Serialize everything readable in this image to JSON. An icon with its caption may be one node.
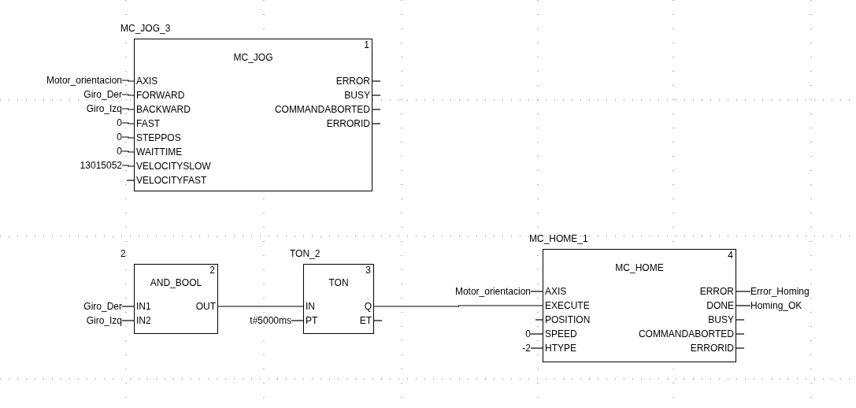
{
  "diagram": {
    "nodes": [
      {
        "text": [
          "MC_JOG_3",
          "1",
          "MC_JOG"
        ]
      },
      {
        "text": [
          "AXIS"
        ],
        "in": 0
      },
      {
        "text": [
          "FORWARD"
        ],
        "in": 0
      },
      {
        "text": [
          "BACKWARD"
        ],
        "in": 0
      },
      {
        "text": [
          "FAST"
        ],
        "in": 0
      },
      {
        "text": [
          "STEPPOS"
        ],
        "in": 0
      },
      {
        "text": [
          "WAITTIME"
        ],
        "in": 0
      },
      {
        "text": [
          "VELOCITYSLOW"
        ],
        "in": 0
      },
      {
        "text": [
          "VELOCITYFAST"
        ],
        "in": 0
      },
      {
        "text": [
          "ERROR"
        ],
        "in": 0
      },
      {
        "text": [
          "BUSY"
        ],
        "in": 0
      },
      {
        "text": [
          "COMMANDABORTED"
        ],
        "in": 0
      },
      {
        "text": [
          "ERRORID"
        ],
        "in": 0
      },
      {
        "text": [
          "Motor_orientacion"
        ]
      },
      {
        "text": [
          "Giro_Der"
        ]
      },
      {
        "text": [
          "Giro_Izq"
        ]
      },
      {
        "text": [
          "0"
        ]
      },
      {
        "text": [
          "0"
        ]
      },
      {
        "text": [
          "0"
        ]
      },
      {
        "text": [
          "13015052"
        ]
      },
      {
        "text": [
          "2",
          "2",
          "AND_BOOL"
        ]
      },
      {
        "text": [
          "IN1"
        ],
        "in": 20
      },
      {
        "text": [
          "IN2"
        ],
        "in": 20
      },
      {
        "text": [
          "OUT"
        ],
        "in": 20
      },
      {
        "text": [
          "Giro_Der"
        ]
      },
      {
        "text": [
          "Giro_Izq"
        ]
      },
      {
        "text": [
          "TON_2",
          "3",
          "TON"
        ]
      },
      {
        "text": [
          "IN"
        ],
        "in": 26
      },
      {
        "text": [
          "PT"
        ],
        "in": 26
      },
      {
        "text": [
          "Q"
        ],
        "in": 26
      },
      {
        "text": [
          "ET"
        ],
        "in": 26
      },
      {
        "text": [
          "t#5000ms"
        ]
      },
      {
        "text": [
          "MC_HOME_1",
          "4",
          "MC_HOME"
        ]
      },
      {
        "text": [
          "AXIS"
        ],
        "in": 32
      },
      {
        "text": [
          "EXECUTE"
        ],
        "in": 32
      },
      {
        "text": [
          "POSITION"
        ],
        "in": 32
      },
      {
        "text": [
          "SPEED"
        ],
        "in": 32
      },
      {
        "text": [
          "HTYPE"
        ],
        "in": 32
      },
      {
        "text": [
          "ERROR"
        ],
        "in": 32
      },
      {
        "text": [
          "DONE"
        ],
        "in": 32
      },
      {
        "text": [
          "BUSY"
        ],
        "in": 32
      },
      {
        "text": [
          "COMMANDABORTED"
        ],
        "in": 32
      },
      {
        "text": [
          "ERRORID"
        ],
        "in": 32
      },
      {
        "text": [
          "Motor_orientacion"
        ]
      },
      {
        "text": [
          "0"
        ]
      },
      {
        "text": [
          "-2"
        ]
      },
      {
        "text": [
          "Error_Homing"
        ]
      },
      {
        "text": [
          "Homing_OK"
        ]
      }
    ],
    "edges": [
      {
        "from": 13,
        "to": 1,
        "arrow": "none"
      },
      {
        "from": 14,
        "to": 2,
        "arrow": "none"
      },
      {
        "from": 15,
        "to": 3,
        "arrow": "none"
      },
      {
        "from": 16,
        "to": 4,
        "arrow": "none"
      },
      {
        "from": 17,
        "to": 5,
        "arrow": "none"
      },
      {
        "from": 18,
        "to": 6,
        "arrow": "none"
      },
      {
        "from": 19,
        "to": 7,
        "arrow": "none"
      },
      {
        "from": null,
        "to": 8,
        "arrow": "none"
      },
      {
        "from": 9,
        "to": null,
        "arrow": "none"
      },
      {
        "from": 10,
        "to": null,
        "arrow": "none"
      },
      {
        "from": 11,
        "to": null,
        "arrow": "none"
      },
      {
        "from": 12,
        "to": null,
        "arrow": "none"
      },
      {
        "from": 24,
        "to": 21,
        "arrow": "none"
      },
      {
        "from": 25,
        "to": 22,
        "arrow": "none"
      },
      {
        "from": 23,
        "to": 27,
        "arrow": "none"
      },
      {
        "from": 31,
        "to": 28,
        "arrow": "none"
      },
      {
        "from": 29,
        "to": 34,
        "arrow": "none"
      },
      {
        "from": 30,
        "to": null,
        "arrow": "none"
      },
      {
        "from": 43,
        "to": 33,
        "arrow": "none"
      },
      {
        "from": null,
        "to": 35,
        "arrow": "none"
      },
      {
        "from": 44,
        "to": 36,
        "arrow": "none"
      },
      {
        "from": 45,
        "to": 37,
        "arrow": "none"
      },
      {
        "from": 38,
        "to": 46,
        "arrow": "none"
      },
      {
        "from": 39,
        "to": 47,
        "arrow": "none"
      },
      {
        "from": 40,
        "to": null,
        "arrow": "none"
      },
      {
        "from": 41,
        "to": null,
        "arrow": "none"
      },
      {
        "from": 42,
        "to": null,
        "arrow": "none"
      }
    ]
  }
}
